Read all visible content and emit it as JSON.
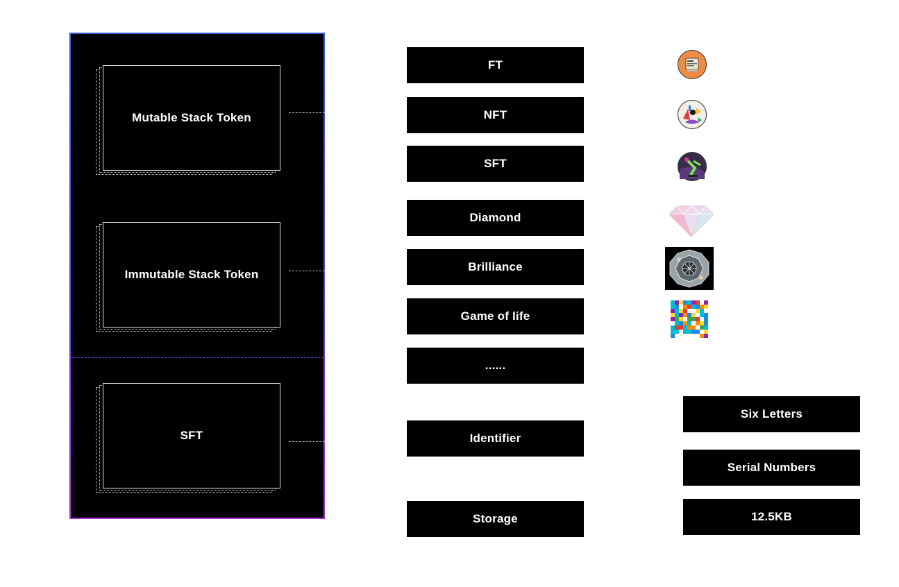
{
  "panel": {
    "stacks": [
      {
        "label": "Mutable Stack Token"
      },
      {
        "label": "Immutable Stack Token"
      },
      {
        "label": "SFT"
      }
    ]
  },
  "types": [
    {
      "label": "FT",
      "icon": "ft-coin-icon"
    },
    {
      "label": "NFT",
      "icon": "nft-art-icon"
    },
    {
      "label": "SFT",
      "icon": "sft-art-icon"
    },
    {
      "label": "Diamond",
      "icon": "diamond-icon"
    },
    {
      "label": "Brilliance",
      "icon": "brilliance-icon"
    },
    {
      "label": "Game of life",
      "icon": "game-of-life-icon"
    },
    {
      "label": "......"
    }
  ],
  "identifier": {
    "label": "Identifier"
  },
  "storage": {
    "label": "Storage"
  },
  "identifier_values": [
    {
      "label": "Six Letters"
    },
    {
      "label": "Serial Numbers"
    }
  ],
  "storage_value": {
    "label": "12.5KB"
  },
  "colors": {
    "panel_border_top": "#3a5cd6",
    "panel_border_bottom": "#a52fd0",
    "divider": "#4d55e6",
    "box_bg": "#000000",
    "text": "#ffffff"
  }
}
